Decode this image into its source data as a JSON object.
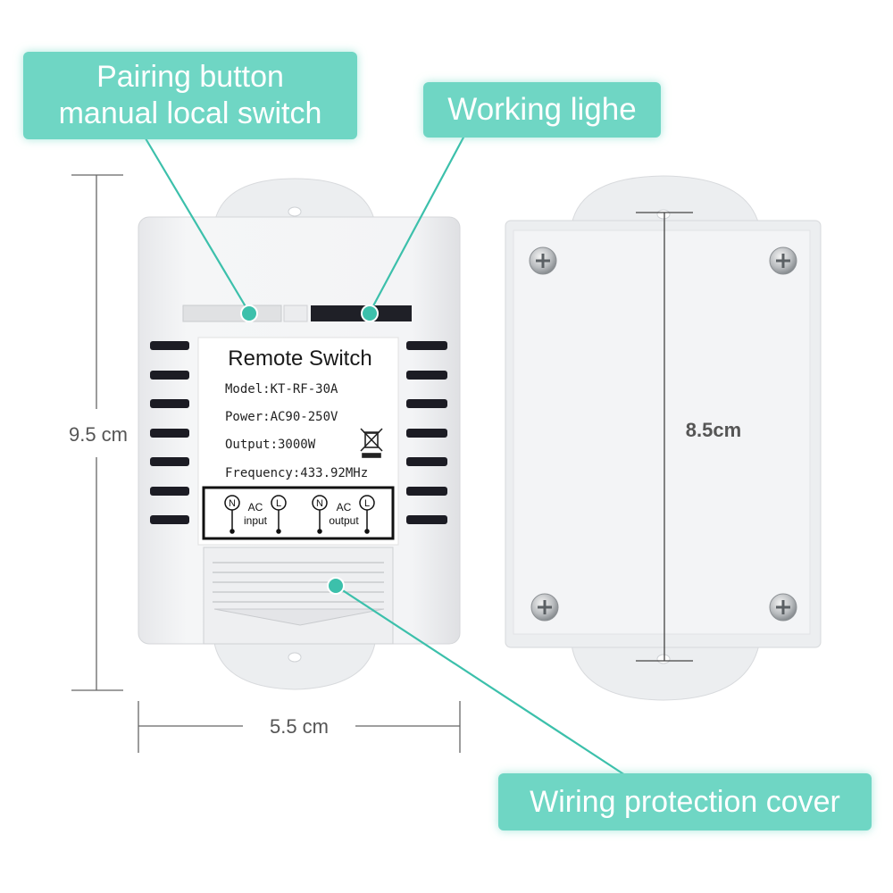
{
  "callouts": {
    "pairing_line1": "Pairing button",
    "pairing_line2": "manual local switch",
    "working": "Working lighe",
    "wiring": "Wiring protection cover"
  },
  "dimensions": {
    "height_front": "9.5 cm",
    "width_front": "5.5 cm",
    "height_back": "8.5cm"
  },
  "label": {
    "title": "Remote Switch",
    "model": "Model:KT-RF-30A",
    "power": "Power:AC90-250V",
    "output": "Output:3000W",
    "frequency": "Frequency:433.92MHz",
    "terminals": {
      "n1": "N",
      "l1": "L",
      "input_top": "AC",
      "input_bottom": "input",
      "n2": "N",
      "l2": "L",
      "output_top": "AC",
      "output_bottom": "output"
    }
  },
  "colors": {
    "accent": "#6fd6c4",
    "callout_line": "#3cc0ab",
    "dimension_line": "#555555",
    "device_body": "#f1f2f4",
    "vent_slots": "#1c1c24"
  },
  "icons": {
    "weee": "crossed-out-bin-icon",
    "screw": "phillips-screw-icon"
  }
}
